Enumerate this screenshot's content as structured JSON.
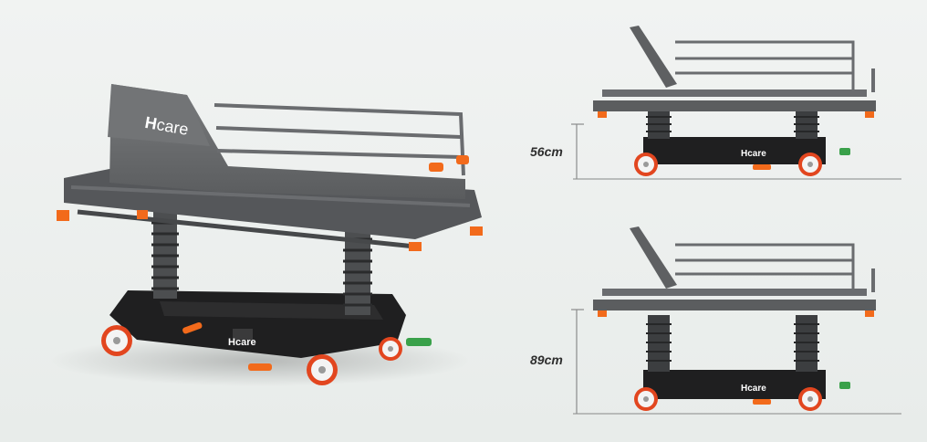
{
  "brand": {
    "logo_text_main": "H",
    "logo_text_care": "care"
  },
  "dimensions": {
    "low_height": "56cm",
    "high_height": "89cm"
  },
  "colors": {
    "background": "#eef1ef",
    "frame": "#5b5d5f",
    "mattress": "#6e7072",
    "base": "#1f1f20",
    "accent": "#f26a1b",
    "wheel_rim": "#e2461f",
    "pedal_green": "#3aa14a"
  }
}
